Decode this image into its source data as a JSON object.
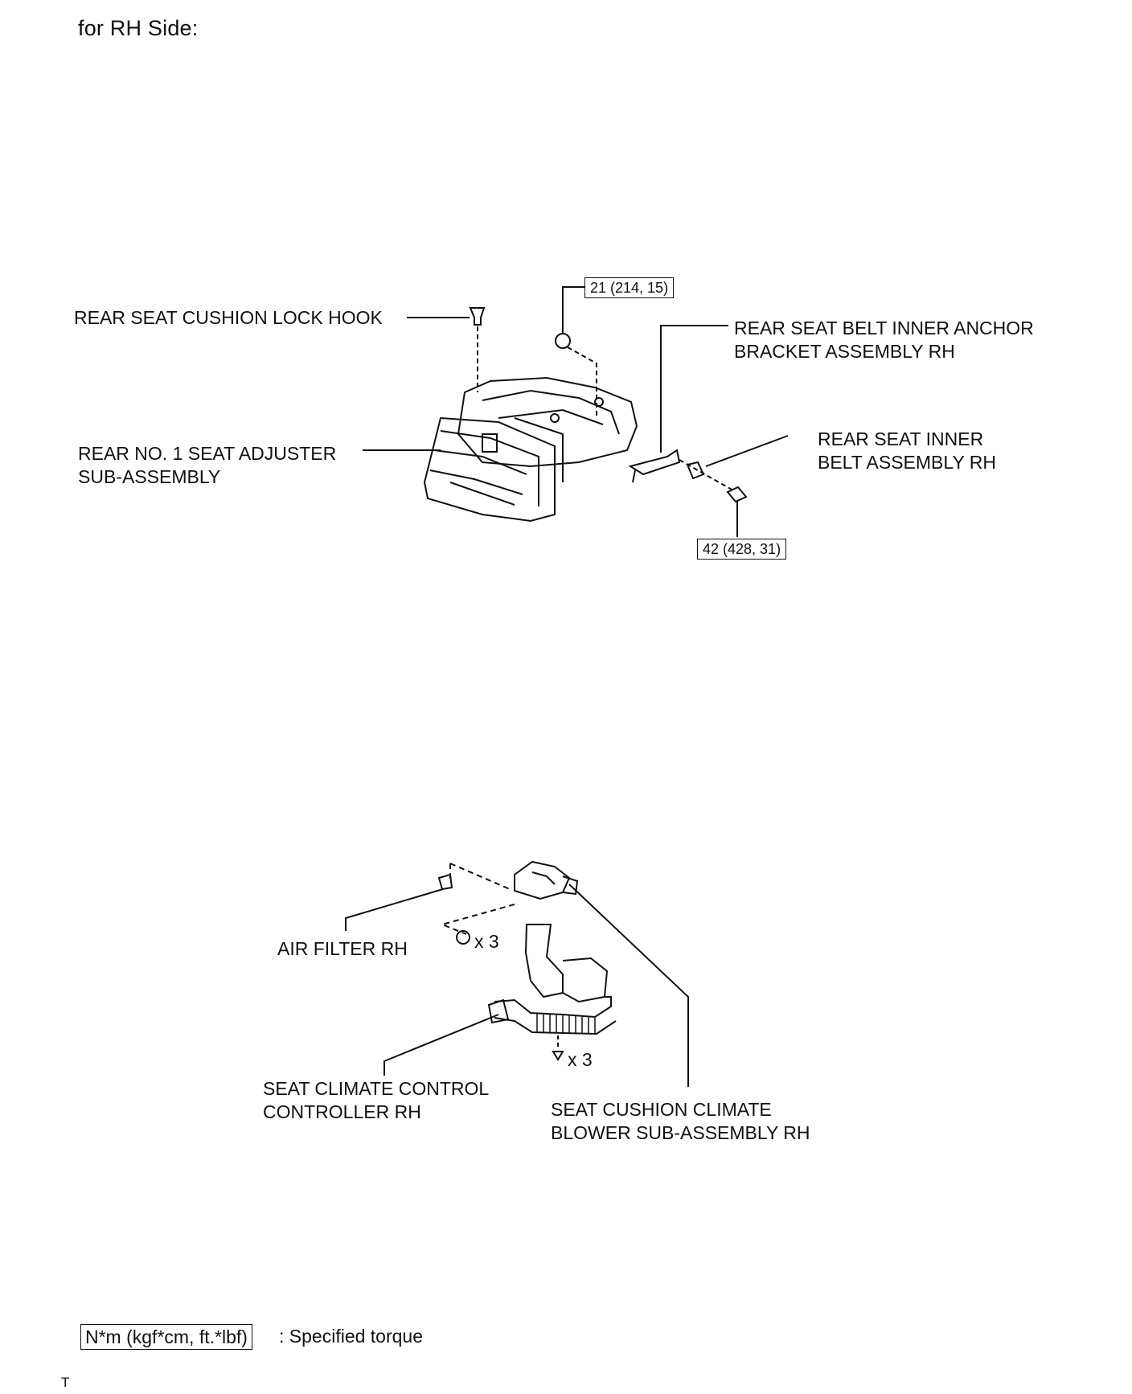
{
  "heading": "for RH Side:",
  "upper_view": {
    "labels": {
      "lock_hook": "REAR SEAT CUSHION LOCK HOOK",
      "seat_adjuster": [
        "REAR NO. 1 SEAT ADJUSTER",
        "SUB-ASSEMBLY"
      ],
      "anchor_bracket": [
        "REAR SEAT BELT INNER ANCHOR",
        "BRACKET ASSEMBLY RH"
      ],
      "inner_belt": [
        "REAR SEAT INNER",
        "BELT ASSEMBLY RH"
      ]
    },
    "torques": {
      "nut": "21 (214, 15)",
      "bolt": "42 (428, 31)"
    }
  },
  "lower_view": {
    "labels": {
      "air_filter": "AIR FILTER RH",
      "controller": [
        "SEAT CLIMATE CONTROL",
        "CONTROLLER RH"
      ],
      "blower": [
        "SEAT CUSHION CLIMATE",
        "BLOWER SUB-ASSEMBLY RH"
      ]
    },
    "quantities": {
      "nuts": "x 3",
      "screws": "x 3"
    }
  },
  "legend": {
    "box": "N*m (kgf*cm, ft.*lbf)",
    "text": ": Specified torque"
  },
  "footer_code": "T"
}
